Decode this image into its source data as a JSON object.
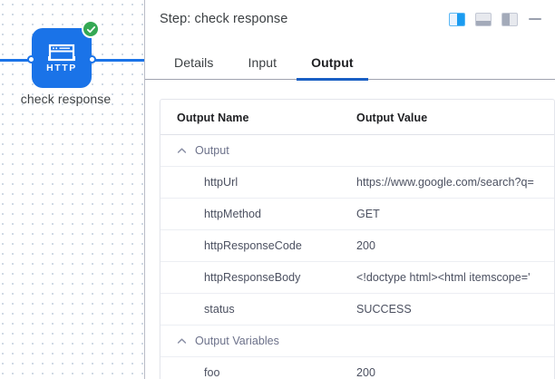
{
  "canvas": {
    "node": {
      "label": "check response",
      "icon": "http-browser-icon",
      "icon_text": "HTTP",
      "status_badge": "check-circle-icon",
      "node_color": "#1a73e8",
      "badge_color": "#34a853"
    }
  },
  "panel": {
    "header": {
      "title": "Step: check response",
      "actions": [
        {
          "name": "layout-right-split",
          "icon": "panel-right-icon",
          "active": true
        },
        {
          "name": "layout-bottom-split",
          "icon": "panel-bottom-icon",
          "active": false
        },
        {
          "name": "layout-left-split",
          "icon": "panel-left-icon",
          "active": false
        },
        {
          "name": "minimize",
          "icon": "minimize-icon",
          "active": false
        }
      ]
    },
    "tabs": [
      {
        "label": "Details",
        "active": false
      },
      {
        "label": "Input",
        "active": false
      },
      {
        "label": "Output",
        "active": true
      }
    ],
    "table": {
      "columns": {
        "name": "Output Name",
        "value": "Output Value"
      },
      "groups": [
        {
          "label": "Output",
          "expanded": true,
          "rows": [
            {
              "name": "httpUrl",
              "value": "https://www.google.com/search?q="
            },
            {
              "name": "httpMethod",
              "value": "GET"
            },
            {
              "name": "httpResponseCode",
              "value": "200"
            },
            {
              "name": "httpResponseBody",
              "value": "<!doctype html><html itemscope='"
            },
            {
              "name": "status",
              "value": "SUCCESS"
            }
          ]
        },
        {
          "label": "Output Variables",
          "expanded": true,
          "rows": [
            {
              "name": "foo",
              "value": "200"
            }
          ]
        }
      ]
    }
  },
  "colors": {
    "accent": "#1a73e8",
    "tab_underline": "#1a5fc4",
    "success": "#34a853",
    "text": "#3c4043",
    "muted": "#6c718a"
  }
}
